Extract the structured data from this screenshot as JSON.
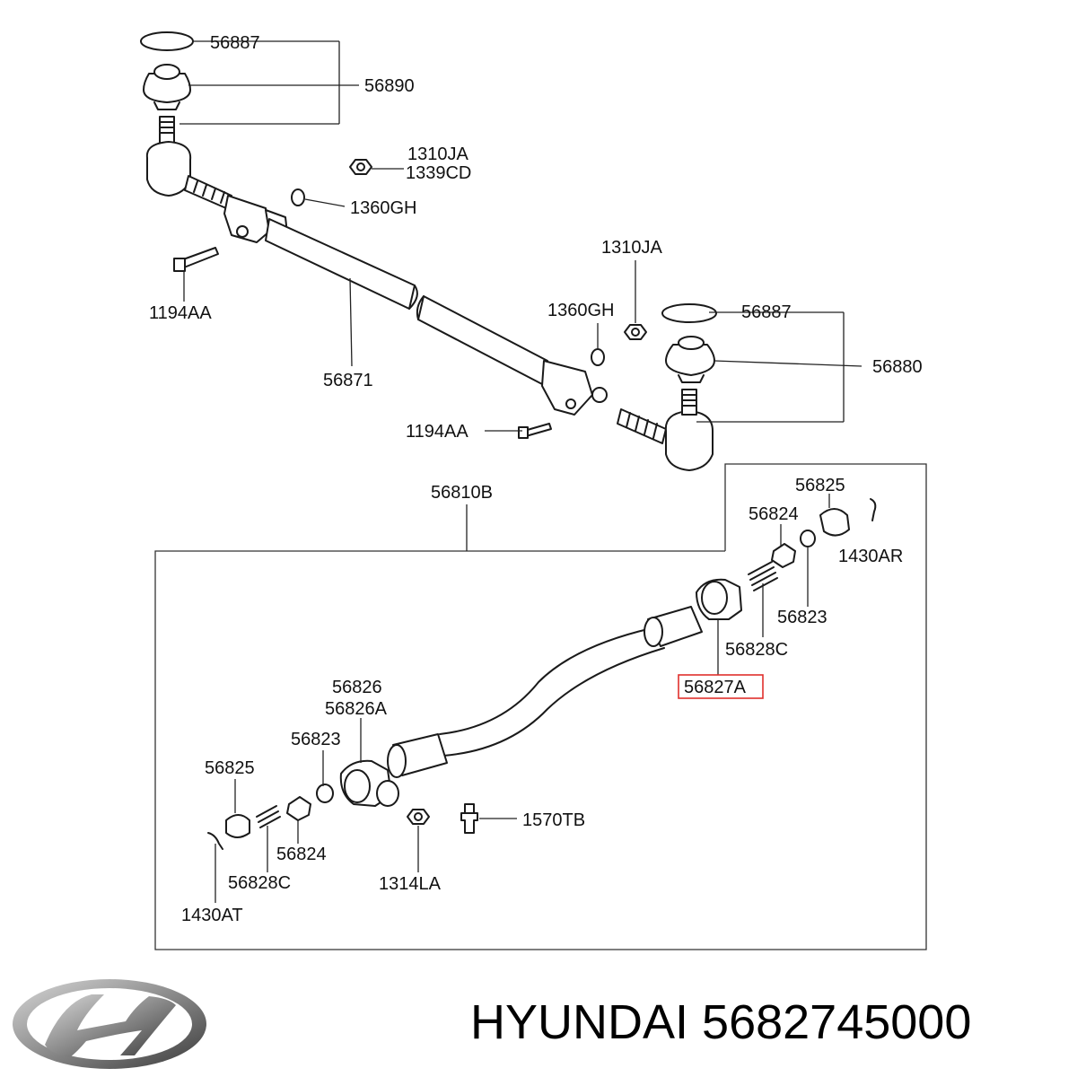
{
  "callouts": {
    "p56887_top": "56887",
    "p56890": "56890",
    "p1310JA_top": "1310JA",
    "p1339CD": "1339CD",
    "p1360GH_top": "1360GH",
    "p1194AA_left": "1194AA",
    "p56871": "56871",
    "p1310JA_mid": "1310JA",
    "p1360GH_mid": "1360GH",
    "p56887_right": "56887",
    "p56880": "56880",
    "p1194AA_mid": "1194AA",
    "p56810B": "56810B",
    "p56825_right": "56825",
    "p56824_right": "56824",
    "p1430AR": "1430AR",
    "p56823_right": "56823",
    "p56828C_right": "56828C",
    "p56827A": "56827A",
    "p56826": "56826",
    "p56826A": "56826A",
    "p56823_left": "56823",
    "p56825_left": "56825",
    "p56824_left": "56824",
    "p56828C_left": "56828C",
    "p1430AT": "1430AT",
    "p1570TB": "1570TB",
    "p1314LA": "1314LA"
  },
  "highlight": {
    "part": "56827A",
    "color": "#e0302c"
  },
  "footer": {
    "brand": "HYUNDAI",
    "part_number": "5682745000"
  }
}
